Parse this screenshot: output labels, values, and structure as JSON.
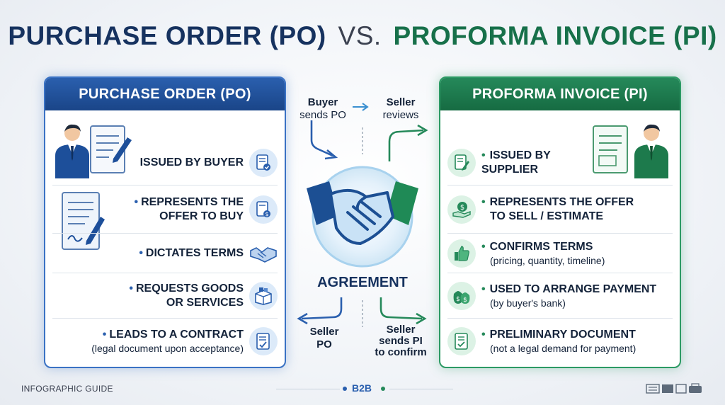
{
  "title": {
    "po": "PURCHASE ORDER (PO)",
    "vs": "VS.",
    "pi": "PROFORMA INVOICE (PI)"
  },
  "po_panel": {
    "header": "PURCHASE ORDER (PO)",
    "rows": [
      {
        "text": "ISSUED BY BUYER",
        "sub": ""
      },
      {
        "text": "REPRESENTS THE",
        "text2": "OFFER TO BUY"
      },
      {
        "text": "DICTATES TERMS"
      },
      {
        "text": "REQUESTS GOODS",
        "text2": "OR SERVICES"
      },
      {
        "text": "LEADS TO A CONTRACT",
        "sub": "(legal document upon acceptance)"
      }
    ]
  },
  "pi_panel": {
    "header": "PROFORMA INVOICE (PI)",
    "rows": [
      {
        "text": "ISSUED BY SUPPLIER"
      },
      {
        "text": "REPRESENTS THE OFFER",
        "text2": "TO SELL / ESTIMATE"
      },
      {
        "text": "CONFIRMS TERMS",
        "sub": "(pricing, quantity, timeline)"
      },
      {
        "text": "USED TO ARRANGE PAYMENT",
        "sub": "(by buyer's bank)"
      },
      {
        "text": "PRELIMINARY DOCUMENT",
        "sub": "(not a legal demand for payment)"
      }
    ]
  },
  "flow": {
    "buyer": "Buyer",
    "sends_po": "sends PO",
    "seller_top": "Seller",
    "reviews": "reviews",
    "agreement": "AGREEMENT",
    "seller_bl": "Seller",
    "po_bl": "PO",
    "seller_br": "Seller",
    "sends_pi": "sends PI",
    "to_confirm": "to confirm"
  },
  "footer": {
    "left": "INFOGRAPHIC GUIDE",
    "mid": "B2B"
  },
  "colors": {
    "po_blue": "#2a5fae",
    "pi_green": "#25895a",
    "navy": "#16325f"
  }
}
